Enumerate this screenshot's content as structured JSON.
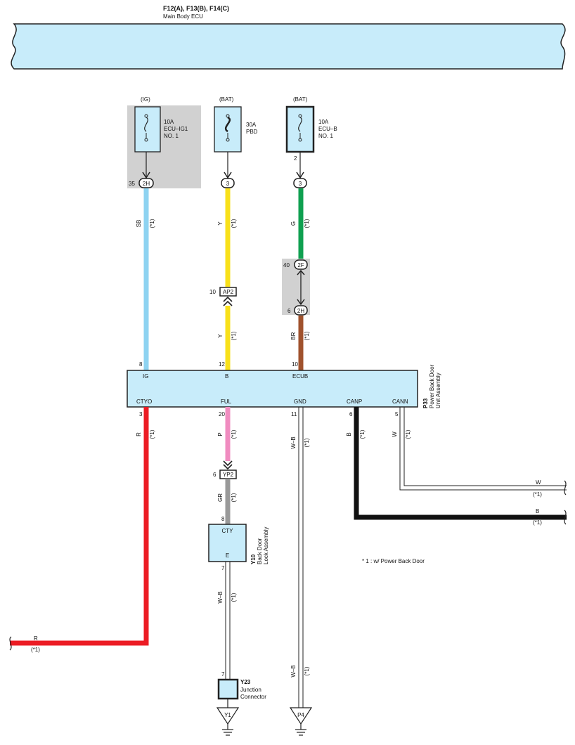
{
  "header": {
    "ecu_ref": "F12(A), F13(B), F14(C)",
    "ecu_name": "Main Body ECU"
  },
  "fuses": [
    {
      "source": "(IG)",
      "rating": "10A",
      "name": "ECU–IG1",
      "sub": "NO. 1",
      "connector": "2H",
      "pin": "35"
    },
    {
      "source": "(BAT)",
      "rating": "30A",
      "name": "PBD",
      "sub": "",
      "connector": "3",
      "pin": ""
    },
    {
      "source": "(BAT)",
      "rating": "10A",
      "name": "ECU–B",
      "sub": "NO. 1",
      "connector": "3",
      "pin": "2"
    }
  ],
  "wires": {
    "ig": {
      "color_code": "SB",
      "note": "(*1)",
      "hex": "#8ed3f1"
    },
    "pbd_top": {
      "color_code": "Y",
      "note": "(*1)",
      "hex": "#f8e01a"
    },
    "pbd_bot": {
      "color_code": "Y",
      "note": "(*1)",
      "hex": "#f8e01a"
    },
    "ecub_top": {
      "color_code": "G",
      "note": "(*1)",
      "hex": "#0fa050"
    },
    "ecub_bot": {
      "color_code": "BR",
      "note": "(*1)",
      "hex": "#a0522d"
    },
    "ctyo": {
      "color_code": "R",
      "note": "(*1)",
      "hex": "#ec1c24"
    },
    "ful": {
      "color_code": "P",
      "note": "(*1)",
      "hex": "#f08cc0"
    },
    "gr": {
      "color_code": "GR",
      "note": "(*1)",
      "hex": "#999999"
    },
    "gnd": {
      "color_code": "W–B",
      "note": "(*1)"
    },
    "canp": {
      "color_code": "B",
      "note": "(*1)",
      "hex": "#111111"
    },
    "cann": {
      "color_code": "W",
      "note": "(*1)"
    },
    "y10_gnd": {
      "color_code": "W–B",
      "note": "(*1)"
    },
    "p4_gnd": {
      "color_code": "W–B",
      "note": "(*1)"
    },
    "r_out": {
      "color_code": "R",
      "note": "(*1)"
    },
    "w_out": {
      "color_code": "W",
      "note": "(*1)"
    },
    "b_out": {
      "color_code": "B",
      "note": "(*1)"
    }
  },
  "connectors": {
    "ap2": {
      "name": "AP2",
      "pin": "10"
    },
    "c2f": {
      "name": "2F",
      "pin": "40"
    },
    "c2h": {
      "name": "2H",
      "pin": "6"
    },
    "yp2": {
      "name": "YP2",
      "pin": "6"
    }
  },
  "ecu_unit": {
    "ref": "P33",
    "name_line1": "Power Back Door",
    "name_line2": "Unit Assembly",
    "top_pins": [
      {
        "label": "IG",
        "pin": "8"
      },
      {
        "label": "B",
        "pin": "12"
      },
      {
        "label": "ECUB",
        "pin": "10"
      }
    ],
    "bottom_pins": [
      {
        "label": "CTYO",
        "pin": "3"
      },
      {
        "label": "FUL",
        "pin": "20"
      },
      {
        "label": "GND",
        "pin": "11"
      },
      {
        "label": "CANP",
        "pin": "6"
      },
      {
        "label": "CANN",
        "pin": "5"
      }
    ]
  },
  "lock": {
    "ref": "Y10",
    "name_line1": "Back Door",
    "name_line2": "Lock Assembly",
    "top_label": "CTY",
    "top_pin": "8",
    "bottom_label": "E",
    "bottom_pin": "7"
  },
  "junction": {
    "ref": "Y23",
    "name_line1": "Junction",
    "name_line2": "Connector",
    "pin": "7"
  },
  "grounds": [
    {
      "label": "Y1"
    },
    {
      "label": "P4"
    }
  ],
  "footnote": "* 1 : w/ Power Back Door"
}
